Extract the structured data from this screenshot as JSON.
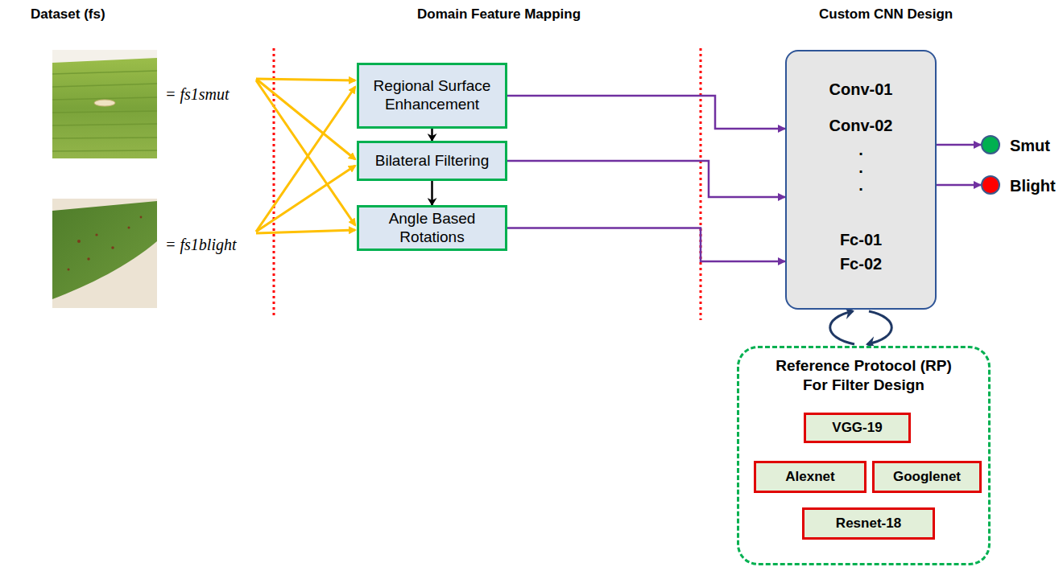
{
  "diagram": {
    "nodes": [
      {
        "text": [
          "Regional Surface Enhancement"
        ]
      },
      {
        "text": [
          "Bilateral Filtering"
        ]
      },
      {
        "text": [
          "Angle Based Rotations"
        ]
      },
      {
        "text": [
          "Conv-01",
          "Conv-02",
          ".",
          ".",
          ".",
          "Fc-01",
          "Fc-02"
        ]
      },
      {
        "text": [
          "Smut"
        ]
      },
      {
        "text": [
          "Blight"
        ]
      },
      {
        "text": [
          "Reference Protocol (RP) For Filter Design"
        ]
      },
      {
        "text": [
          "VGG-19"
        ],
        "in": 6
      },
      {
        "text": [
          "Alexnet"
        ],
        "in": 6
      },
      {
        "text": [
          "Googlenet"
        ],
        "in": 6
      },
      {
        "text": [
          "Resnet-18"
        ],
        "in": 6
      }
    ],
    "edges": [
      {
        "from": 0,
        "to": 1,
        "arrow": "to"
      },
      {
        "from": 1,
        "to": 2,
        "arrow": "to"
      },
      {
        "from": 0,
        "to": 3,
        "arrow": "to"
      },
      {
        "from": 1,
        "to": 3,
        "arrow": "to"
      },
      {
        "from": 2,
        "to": 3,
        "arrow": "to"
      },
      {
        "from": 3,
        "to": 4,
        "arrow": "to"
      },
      {
        "from": 3,
        "to": 5,
        "arrow": "to"
      },
      {
        "from": 3,
        "to": 6,
        "arrow": "both"
      }
    ],
    "labels": [
      "Dataset (fs)",
      "Domain Feature Mapping",
      "Custom CNN Design",
      "= fs1smut",
      "= fs1blight"
    ]
  }
}
